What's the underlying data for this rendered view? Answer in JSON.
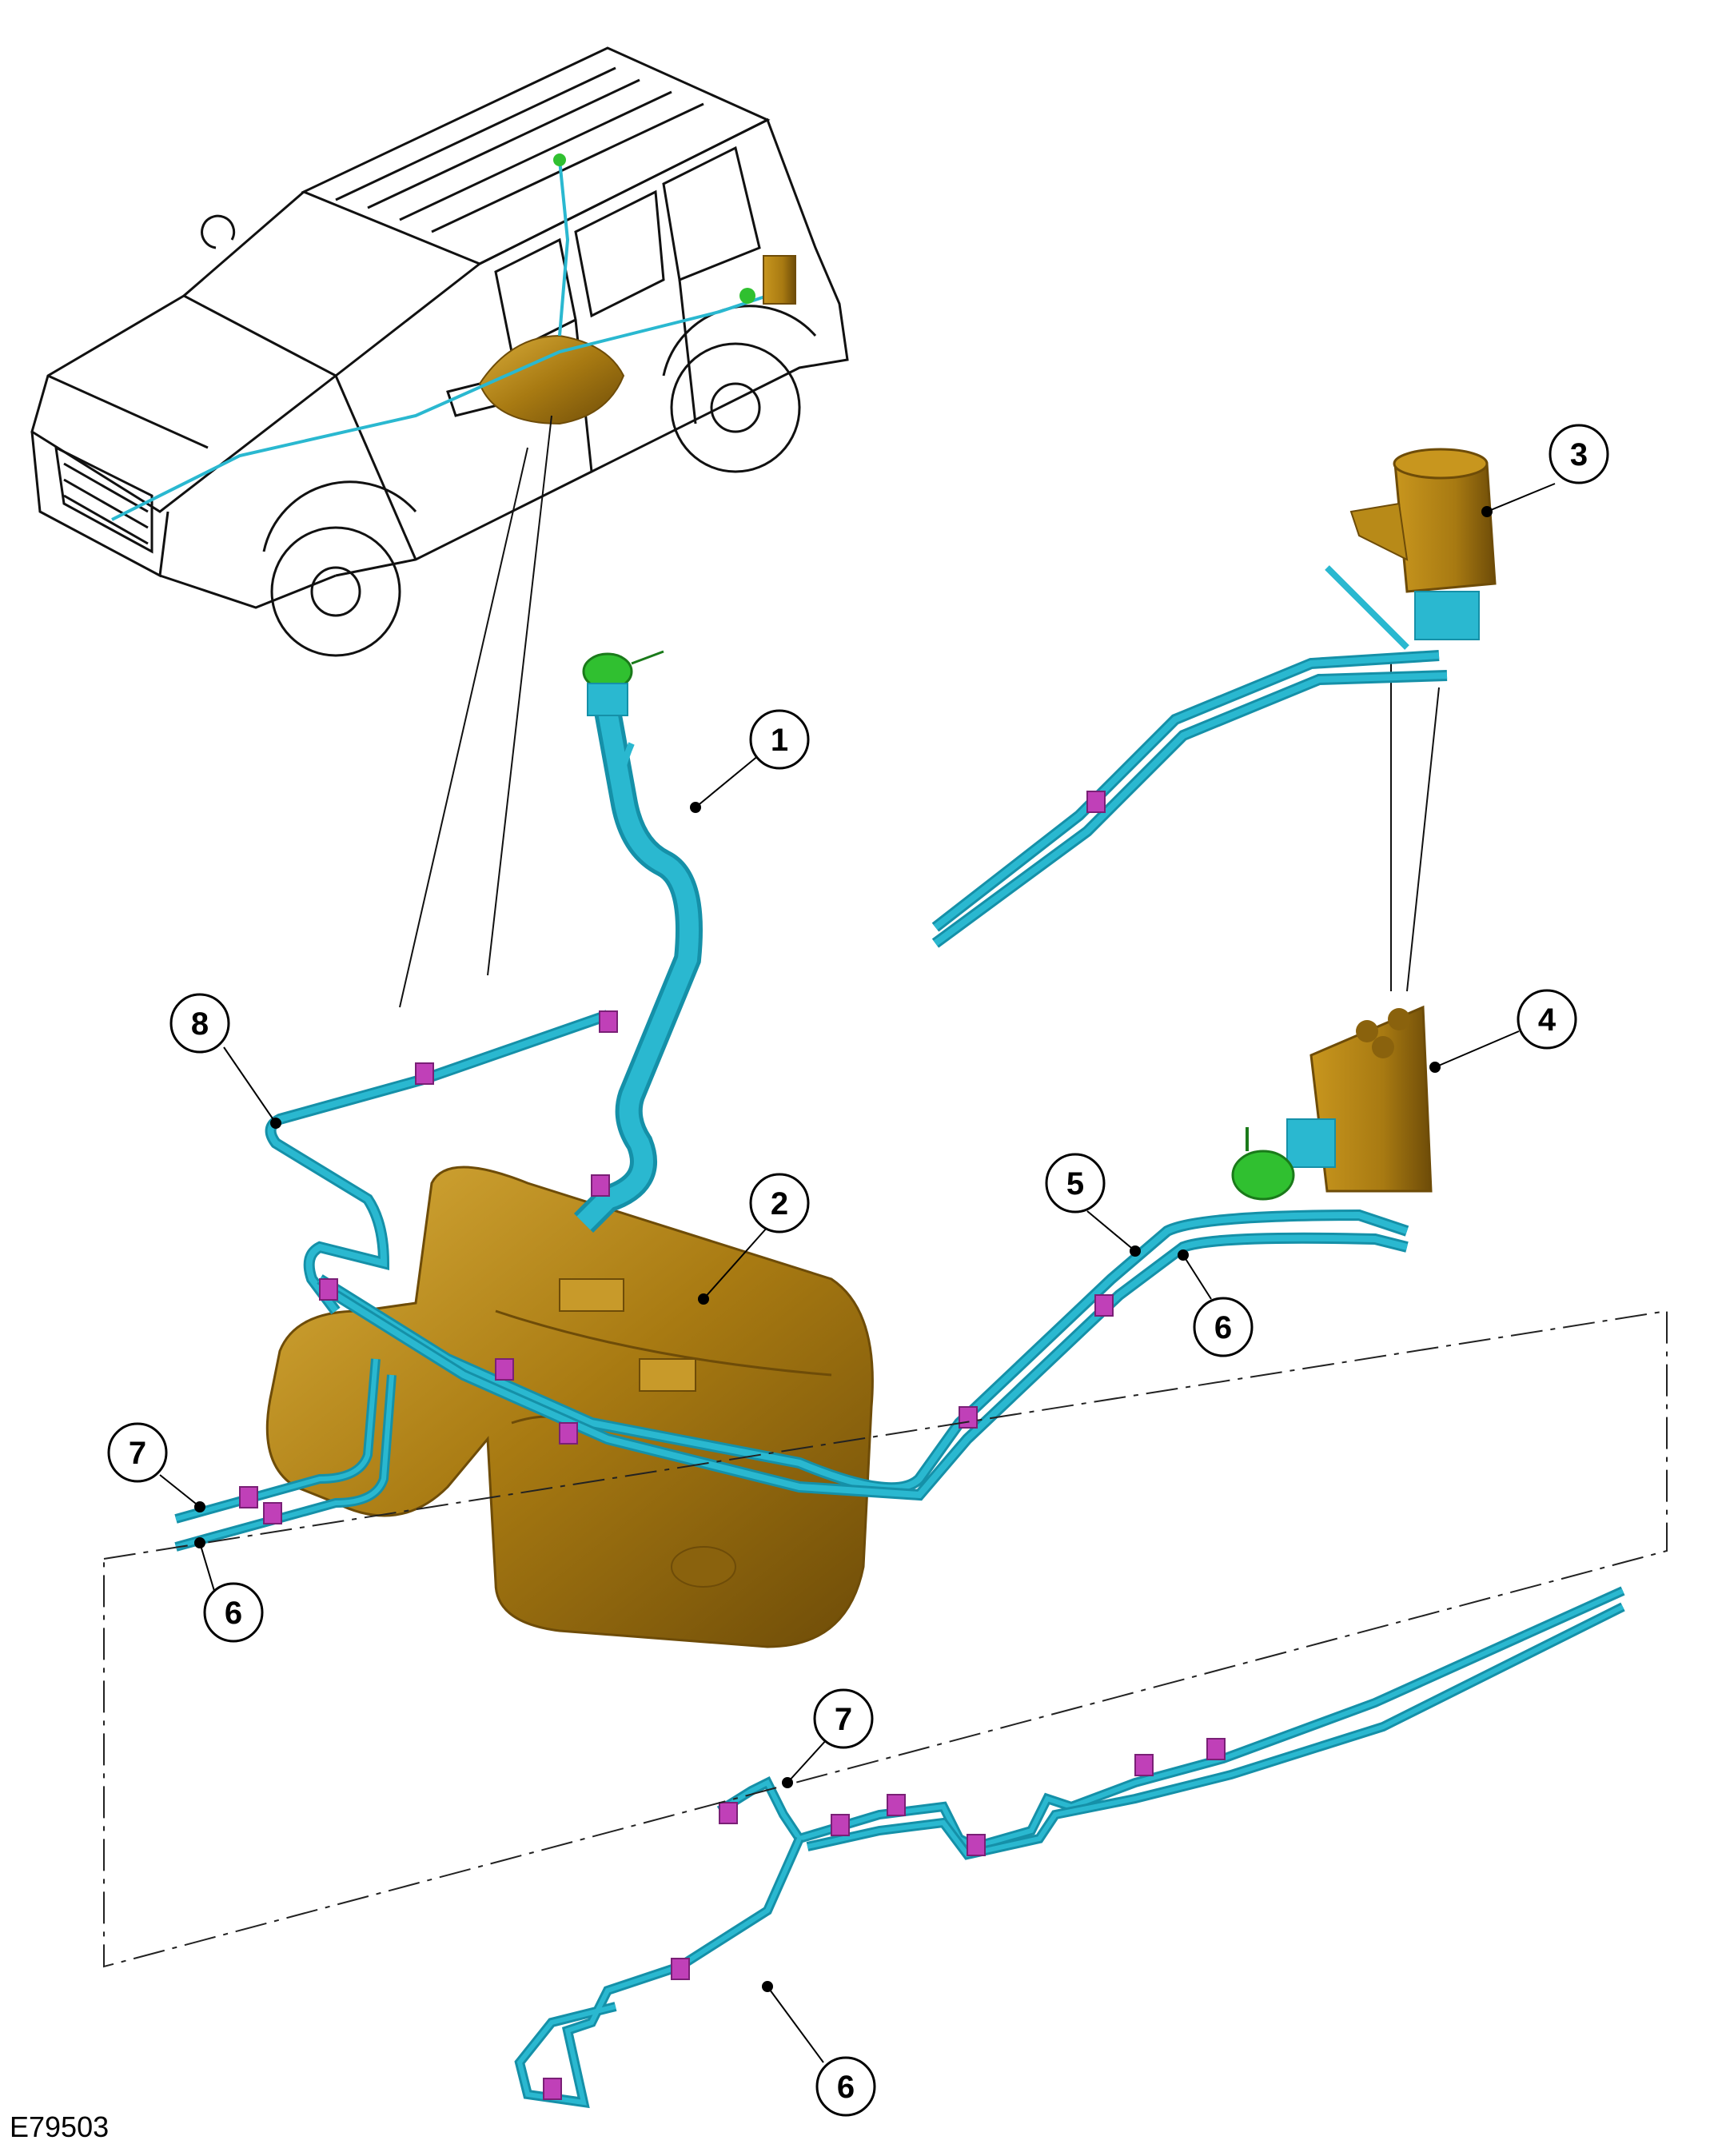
{
  "figure_ref": "E79503",
  "colors": {
    "line": "#2ab8d0",
    "line_dark": "#1590a8",
    "tank": "#a87a12",
    "tank_dark": "#6e4c08",
    "tank_light": "#d8ac3a",
    "clip": "#c040b8",
    "valve": "#30c030"
  },
  "callouts": [
    {
      "id": "c1",
      "label": "1"
    },
    {
      "id": "c2",
      "label": "2"
    },
    {
      "id": "c3",
      "label": "3"
    },
    {
      "id": "c4",
      "label": "4"
    },
    {
      "id": "c5",
      "label": "5"
    },
    {
      "id": "c6a",
      "label": "6"
    },
    {
      "id": "c6b",
      "label": "6"
    },
    {
      "id": "c6c",
      "label": "6"
    },
    {
      "id": "c7a",
      "label": "7"
    },
    {
      "id": "c7b",
      "label": "7"
    },
    {
      "id": "c8",
      "label": "8"
    }
  ]
}
